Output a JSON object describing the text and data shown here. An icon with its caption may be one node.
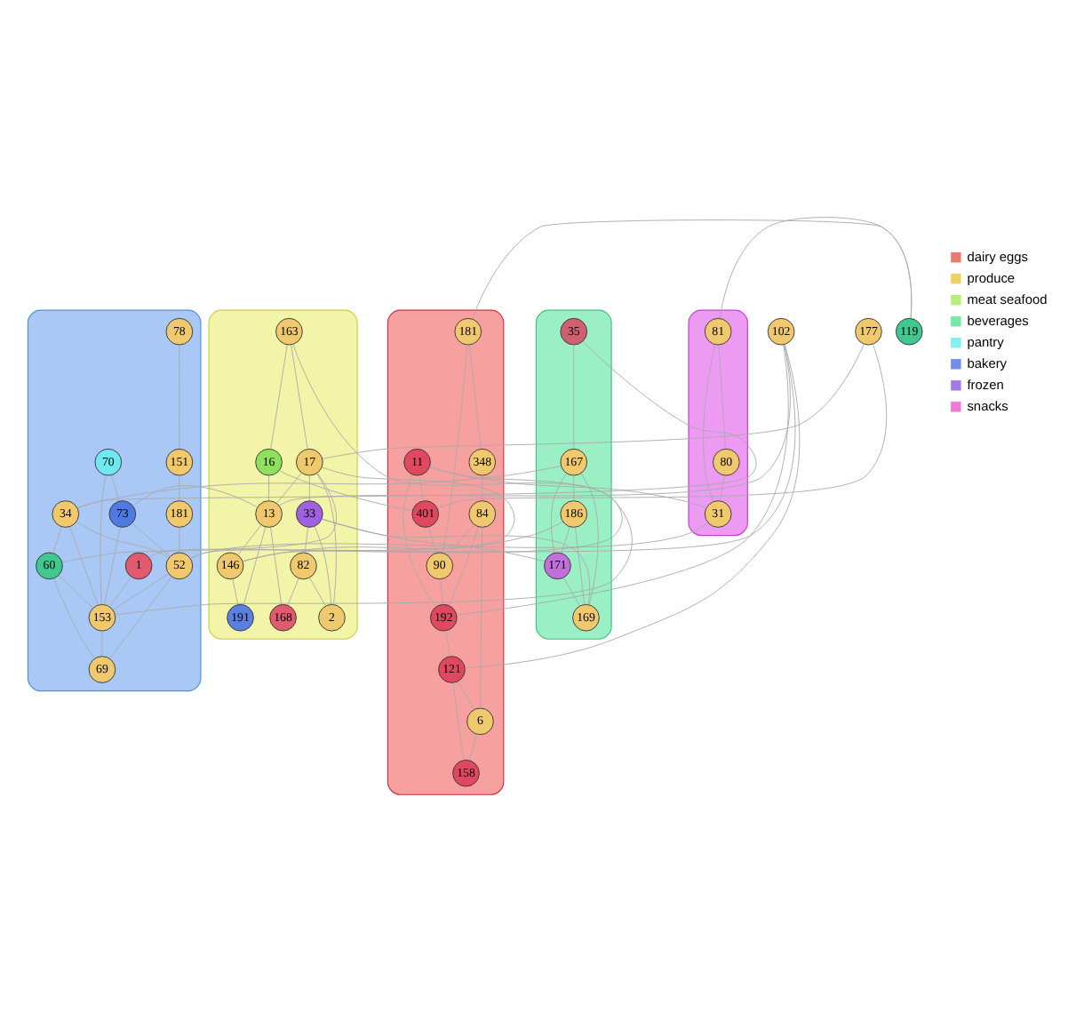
{
  "diagram": {
    "nodes": [
      {
        "text": [],
        "shape": "blob"
      },
      {
        "text": [
          "78"
        ],
        "in": 0
      },
      {
        "text": [
          "151"
        ],
        "in": 0
      },
      {
        "text": [
          "181"
        ],
        "in": 0
      },
      {
        "text": [
          "70"
        ],
        "in": 0
      },
      {
        "text": [
          "73"
        ],
        "in": 0
      },
      {
        "text": [
          "52"
        ],
        "in": 0
      },
      {
        "text": [
          "34"
        ],
        "in": 0
      },
      {
        "text": [
          "60"
        ],
        "in": 0
      },
      {
        "text": [
          "153"
        ],
        "in": 0
      },
      {
        "text": [
          "69"
        ],
        "in": 0
      },
      {
        "text": [
          "1"
        ],
        "in": 0
      },
      {
        "text": [],
        "shape": "blob"
      },
      {
        "text": [
          "81"
        ],
        "in": 12
      },
      {
        "text": [
          "80"
        ],
        "in": 12
      },
      {
        "text": [
          "31"
        ],
        "in": 12
      },
      {
        "text": [
          "119"
        ]
      },
      {
        "text": [],
        "shape": "blob"
      },
      {
        "text": [
          "181"
        ],
        "in": 17
      },
      {
        "text": [
          "348"
        ],
        "in": 17
      },
      {
        "text": [
          "84"
        ],
        "in": 17
      },
      {
        "text": [
          "11"
        ],
        "in": 17
      },
      {
        "text": [
          "401"
        ],
        "in": 17
      },
      {
        "text": [
          "90"
        ],
        "in": 17
      },
      {
        "text": [
          "192"
        ],
        "in": 17
      },
      {
        "text": [
          "121"
        ],
        "in": 17
      },
      {
        "text": [
          "6"
        ],
        "in": 17
      },
      {
        "text": [
          "158"
        ],
        "in": 17
      },
      {
        "text": [
          "102"
        ]
      },
      {
        "text": [
          "177"
        ]
      },
      {
        "text": [],
        "shape": "blob"
      },
      {
        "text": [
          "35"
        ],
        "in": 30
      },
      {
        "text": [
          "167"
        ],
        "in": 30
      },
      {
        "text": [
          "186"
        ],
        "in": 30
      },
      {
        "text": [
          "171"
        ],
        "in": 30
      },
      {
        "text": [
          "169"
        ],
        "in": 30
      },
      {
        "text": [],
        "shape": "blob"
      },
      {
        "text": [
          "163"
        ],
        "in": 36
      },
      {
        "text": [
          "16"
        ],
        "in": 36
      },
      {
        "text": [
          "17"
        ],
        "in": 36
      },
      {
        "text": [
          "13"
        ],
        "in": 36
      },
      {
        "text": [
          "146"
        ],
        "in": 36
      },
      {
        "text": [
          "33"
        ],
        "in": 36
      },
      {
        "text": [
          "82"
        ],
        "in": 36
      },
      {
        "text": [
          "2"
        ],
        "in": 36
      },
      {
        "text": [
          "168"
        ],
        "in": 36
      },
      {
        "text": [
          "191"
        ],
        "in": 36
      }
    ],
    "edges": [
      {
        "from": 1,
        "to": 2,
        "arrow": "none"
      },
      {
        "from": 2,
        "to": 3,
        "arrow": "none"
      },
      {
        "from": 3,
        "to": 6,
        "arrow": "none"
      },
      {
        "from": 4,
        "to": 5,
        "arrow": "none"
      },
      {
        "from": 5,
        "to": 6,
        "arrow": "none"
      },
      {
        "from": 4,
        "to": 9,
        "arrow": "none"
      },
      {
        "from": 5,
        "to": 9,
        "arrow": "none"
      },
      {
        "from": 7,
        "to": 8,
        "arrow": "none"
      },
      {
        "from": 7,
        "to": 9,
        "arrow": "none"
      },
      {
        "from": 7,
        "to": 6,
        "arrow": "none"
      },
      {
        "from": 8,
        "to": 9,
        "arrow": "none"
      },
      {
        "from": 8,
        "to": 10,
        "arrow": "none"
      },
      {
        "from": 9,
        "to": 10,
        "arrow": "none"
      },
      {
        "from": 6,
        "to": 9,
        "arrow": "none"
      },
      {
        "from": 6,
        "to": 21,
        "arrow": "none"
      },
      {
        "from": 6,
        "to": 10,
        "arrow": "none"
      },
      {
        "from": 11,
        "to": 9,
        "arrow": "none"
      },
      {
        "from": 7,
        "to": 32,
        "arrow": "none"
      },
      {
        "from": 7,
        "to": 31,
        "arrow": "none"
      },
      {
        "from": 8,
        "to": 39,
        "arrow": "none"
      },
      {
        "from": 5,
        "to": 40,
        "arrow": "none"
      },
      {
        "from": 13,
        "to": 14,
        "arrow": "none"
      },
      {
        "from": 13,
        "to": 15,
        "arrow": "none"
      },
      {
        "from": 13,
        "to": 16,
        "arrow": "none"
      },
      {
        "from": 14,
        "to": 15,
        "arrow": "none"
      },
      {
        "from": 15,
        "to": 21,
        "arrow": "none"
      },
      {
        "from": 15,
        "to": 6,
        "arrow": "none"
      },
      {
        "from": 16,
        "to": 18,
        "arrow": "none"
      },
      {
        "from": 18,
        "to": 19,
        "arrow": "none"
      },
      {
        "from": 19,
        "to": 20,
        "arrow": "none"
      },
      {
        "from": 18,
        "to": 23,
        "arrow": "none"
      },
      {
        "from": 20,
        "to": 23,
        "arrow": "none"
      },
      {
        "from": 20,
        "to": 24,
        "arrow": "none"
      },
      {
        "from": 20,
        "to": 26,
        "arrow": "none"
      },
      {
        "from": 24,
        "to": 25,
        "arrow": "none"
      },
      {
        "from": 25,
        "to": 26,
        "arrow": "none"
      },
      {
        "from": 25,
        "to": 27,
        "arrow": "none"
      },
      {
        "from": 26,
        "to": 27,
        "arrow": "none"
      },
      {
        "from": 24,
        "to": 28,
        "arrow": "none"
      },
      {
        "from": 22,
        "to": 23,
        "arrow": "none"
      },
      {
        "from": 21,
        "to": 22,
        "arrow": "none"
      },
      {
        "from": 21,
        "to": 24,
        "arrow": "none"
      },
      {
        "from": 23,
        "to": 24,
        "arrow": "none"
      },
      {
        "from": 25,
        "to": 28,
        "arrow": "none"
      },
      {
        "from": 28,
        "to": 40,
        "arrow": "none"
      },
      {
        "from": 29,
        "to": 22,
        "arrow": "none"
      },
      {
        "from": 29,
        "to": 39,
        "arrow": "none"
      },
      {
        "from": 31,
        "to": 32,
        "arrow": "none"
      },
      {
        "from": 32,
        "to": 33,
        "arrow": "none"
      },
      {
        "from": 32,
        "to": 34,
        "arrow": "none"
      },
      {
        "from": 32,
        "to": 35,
        "arrow": "none"
      },
      {
        "from": 33,
        "to": 35,
        "arrow": "none"
      },
      {
        "from": 34,
        "to": 35,
        "arrow": "none"
      },
      {
        "from": 33,
        "to": 34,
        "arrow": "none"
      },
      {
        "from": 34,
        "to": 42,
        "arrow": "none"
      },
      {
        "from": 35,
        "to": 42,
        "arrow": "none"
      },
      {
        "from": 33,
        "to": 41,
        "arrow": "none"
      },
      {
        "from": 37,
        "to": 38,
        "arrow": "none"
      },
      {
        "from": 37,
        "to": 39,
        "arrow": "none"
      },
      {
        "from": 38,
        "to": 40,
        "arrow": "none"
      },
      {
        "from": 39,
        "to": 40,
        "arrow": "none"
      },
      {
        "from": 40,
        "to": 41,
        "arrow": "none"
      },
      {
        "from": 39,
        "to": 42,
        "arrow": "none"
      },
      {
        "from": 42,
        "to": 43,
        "arrow": "none"
      },
      {
        "from": 43,
        "to": 44,
        "arrow": "none"
      },
      {
        "from": 43,
        "to": 45,
        "arrow": "none"
      },
      {
        "from": 40,
        "to": 45,
        "arrow": "none"
      },
      {
        "from": 41,
        "to": 46,
        "arrow": "none"
      },
      {
        "from": 39,
        "to": 44,
        "arrow": "none"
      },
      {
        "from": 40,
        "to": 46,
        "arrow": "none"
      },
      {
        "from": 38,
        "to": 22,
        "arrow": "none"
      },
      {
        "from": 41,
        "to": 28,
        "arrow": "none"
      },
      {
        "from": 37,
        "to": 9,
        "arrow": "none"
      },
      {
        "from": 39,
        "to": 11,
        "arrow": "none"
      },
      {
        "from": 42,
        "to": 44,
        "arrow": "none"
      }
    ],
    "legend": [
      {
        "text": "dairy eggs",
        "color": "#e87a6e"
      },
      {
        "text": "produce",
        "color": "#f0d264"
      },
      {
        "text": "meat seafood",
        "color": "#b4f07a"
      },
      {
        "text": "beverages",
        "color": "#78e8a6"
      },
      {
        "text": "pantry",
        "color": "#7ef0f0"
      },
      {
        "text": "bakery",
        "color": "#6e8ee8"
      },
      {
        "text": "frozen",
        "color": "#a878e8"
      },
      {
        "text": "snacks",
        "color": "#f07ad8"
      }
    ]
  }
}
